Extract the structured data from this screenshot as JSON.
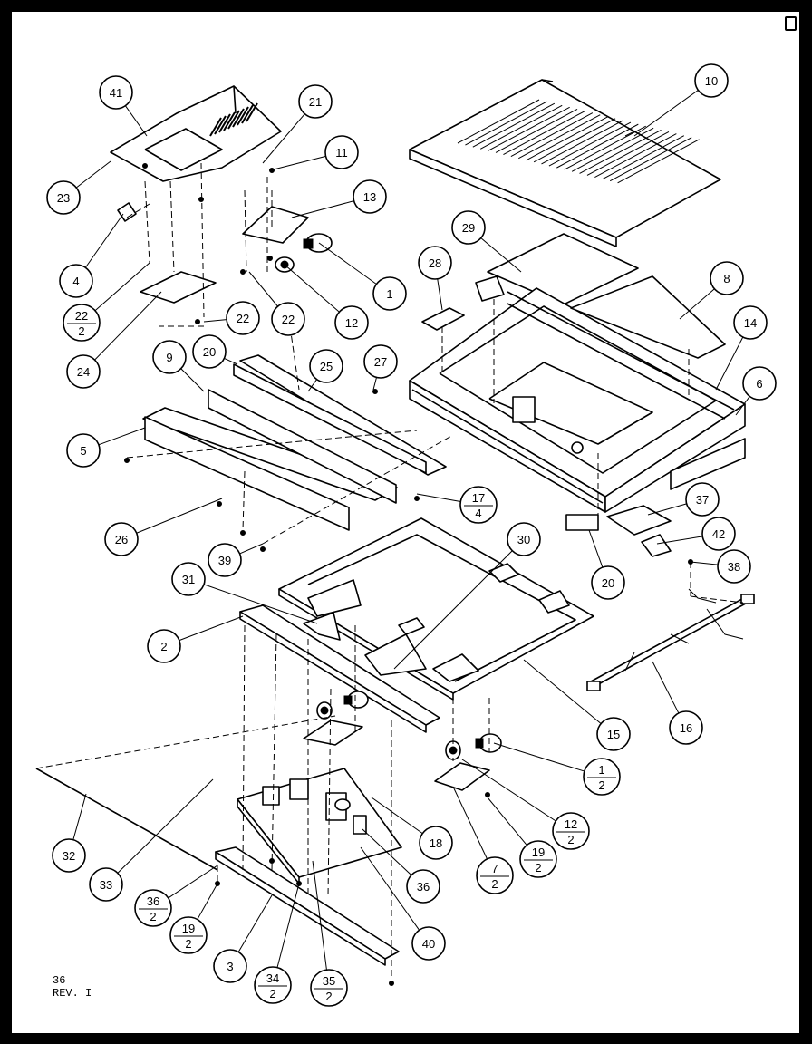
{
  "page_code": {
    "line1": "36",
    "line2": "REV. I"
  },
  "callouts": [
    {
      "id": "41",
      "top": "41"
    },
    {
      "id": "21",
      "top": "21"
    },
    {
      "id": "11",
      "top": "11"
    },
    {
      "id": "13",
      "top": "13"
    },
    {
      "id": "10",
      "top": "10"
    },
    {
      "id": "23",
      "top": "23"
    },
    {
      "id": "4",
      "top": "4"
    },
    {
      "id": "22-2",
      "top": "22",
      "bottom": "2"
    },
    {
      "id": "24",
      "top": "24"
    },
    {
      "id": "22a",
      "top": "22"
    },
    {
      "id": "22b",
      "top": "22"
    },
    {
      "id": "12",
      "top": "12"
    },
    {
      "id": "1",
      "top": "1"
    },
    {
      "id": "29",
      "top": "29"
    },
    {
      "id": "28",
      "top": "28"
    },
    {
      "id": "8",
      "top": "8"
    },
    {
      "id": "14",
      "top": "14"
    },
    {
      "id": "6",
      "top": "6"
    },
    {
      "id": "9",
      "top": "9"
    },
    {
      "id": "20a",
      "top": "20"
    },
    {
      "id": "25",
      "top": "25"
    },
    {
      "id": "27",
      "top": "27"
    },
    {
      "id": "5",
      "top": "5"
    },
    {
      "id": "17-4",
      "top": "17",
      "bottom": "4"
    },
    {
      "id": "26",
      "top": "26"
    },
    {
      "id": "39",
      "top": "39"
    },
    {
      "id": "37",
      "top": "37"
    },
    {
      "id": "42",
      "top": "42"
    },
    {
      "id": "20b",
      "top": "20"
    },
    {
      "id": "38",
      "top": "38"
    },
    {
      "id": "30",
      "top": "30"
    },
    {
      "id": "31",
      "top": "31"
    },
    {
      "id": "2",
      "top": "2"
    },
    {
      "id": "15",
      "top": "15"
    },
    {
      "id": "16",
      "top": "16"
    },
    {
      "id": "1-2",
      "top": "1",
      "bottom": "2"
    },
    {
      "id": "12-2",
      "top": "12",
      "bottom": "2"
    },
    {
      "id": "19-2a",
      "top": "19",
      "bottom": "2"
    },
    {
      "id": "7-2",
      "top": "7",
      "bottom": "2"
    },
    {
      "id": "18",
      "top": "18"
    },
    {
      "id": "36",
      "top": "36"
    },
    {
      "id": "32",
      "top": "32"
    },
    {
      "id": "33",
      "top": "33"
    },
    {
      "id": "36-2",
      "top": "36",
      "bottom": "2"
    },
    {
      "id": "19-2b",
      "top": "19",
      "bottom": "2"
    },
    {
      "id": "3",
      "top": "3"
    },
    {
      "id": "34-2",
      "top": "34",
      "bottom": "2"
    },
    {
      "id": "35-2",
      "top": "35",
      "bottom": "2"
    },
    {
      "id": "40",
      "top": "40"
    }
  ]
}
